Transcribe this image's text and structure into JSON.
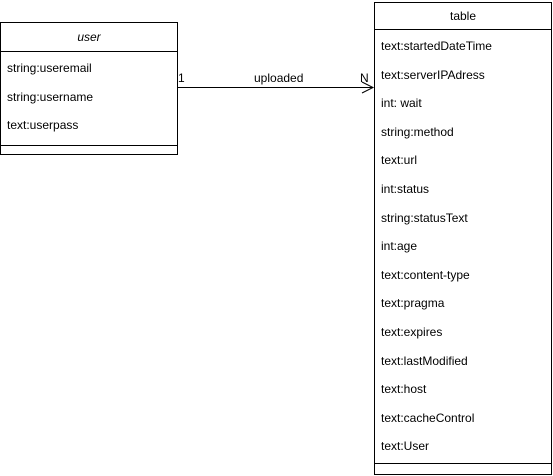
{
  "classes": {
    "user": {
      "name": "user",
      "attributes": [
        "string:useremail",
        "string:username",
        "text:userpass"
      ]
    },
    "table": {
      "name": "table",
      "attributes": [
        "text:startedDateTime",
        "text:serverIPAdress",
        "int: wait",
        "string:method",
        "text:url",
        "int:status",
        "string:statusText",
        "int:age",
        "text:content-type",
        "text:pragma",
        "text:expires",
        "text:lastModified",
        "text:host",
        "text:cacheControl",
        "text:User"
      ]
    }
  },
  "association": {
    "label": "uploaded",
    "source_multiplicity": "1",
    "target_multiplicity": "N"
  }
}
